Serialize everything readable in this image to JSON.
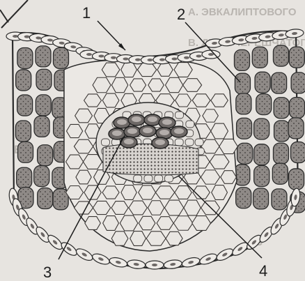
{
  "labels": [
    {
      "id": "1",
      "text": "1"
    },
    {
      "id": "2",
      "text": "2"
    },
    {
      "id": "3",
      "text": "3"
    },
    {
      "id": "4",
      "text": "4"
    }
  ],
  "bleed_through": [
    {
      "id": "row1",
      "text": "А. ЭВКАЛИПТОВОГО"
    },
    {
      "id": "row2",
      "text": "В. ДУБА ЧЕРЕШЧАТОГО"
    },
    {
      "id": "row3",
      "text": "Б"
    },
    {
      "id": "row4",
      "text": "Б"
    }
  ],
  "colors": {
    "paper": "#e7e4e0",
    "parenchyma": "#e9e6e2",
    "mesophyll": "#8f8a87",
    "ink": "#2a2a2a"
  }
}
